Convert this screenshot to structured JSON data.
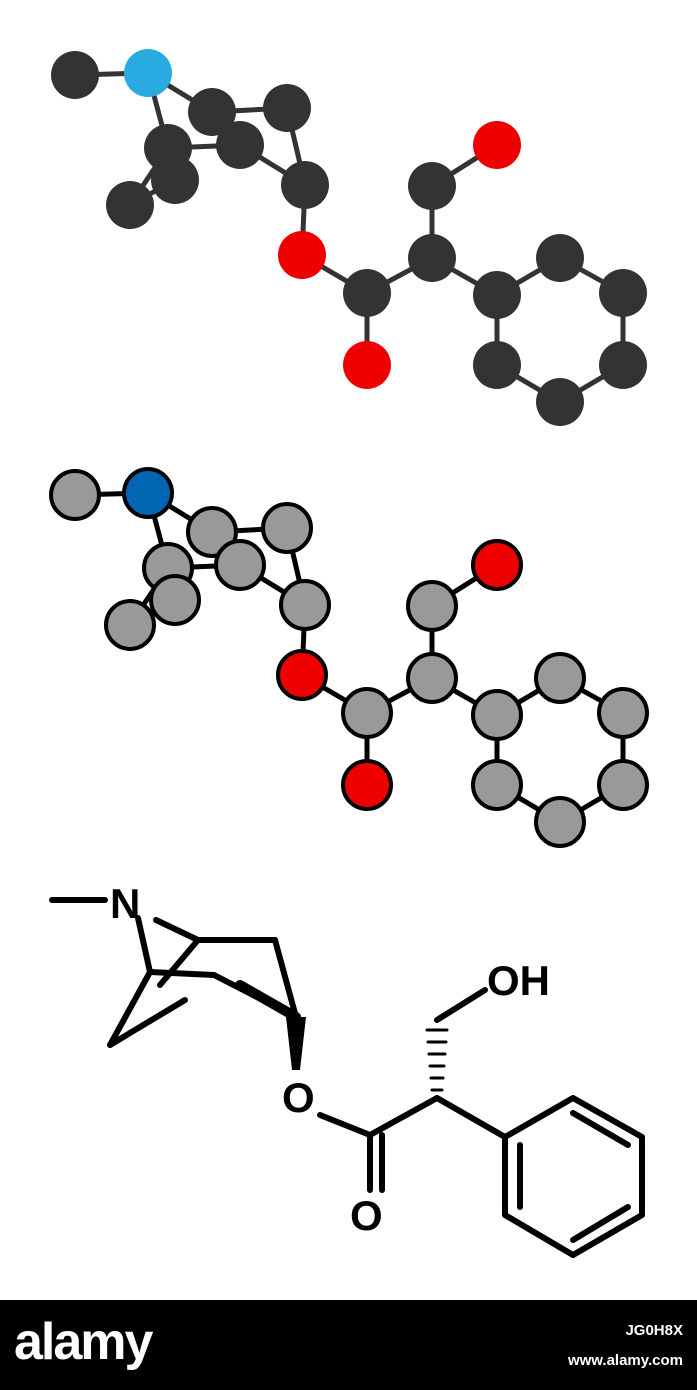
{
  "colors": {
    "carbon_dark": "#333333",
    "oxygen": "#ee0000",
    "nitrogen_light": "#29abe2",
    "carbon_grey": "#999999",
    "nitrogen_blue": "#0066b3",
    "bond": "#333333",
    "footer_bg": "#000000",
    "footer_text": "#ffffff"
  },
  "skeletal": {
    "n_label": "N",
    "oh_label": "OH",
    "o_ester_label": "O",
    "o_carbonyl_label": "O"
  },
  "footer": {
    "logo": "alamy",
    "image_id": "JG0H8X",
    "site": "www.alamy.com"
  }
}
